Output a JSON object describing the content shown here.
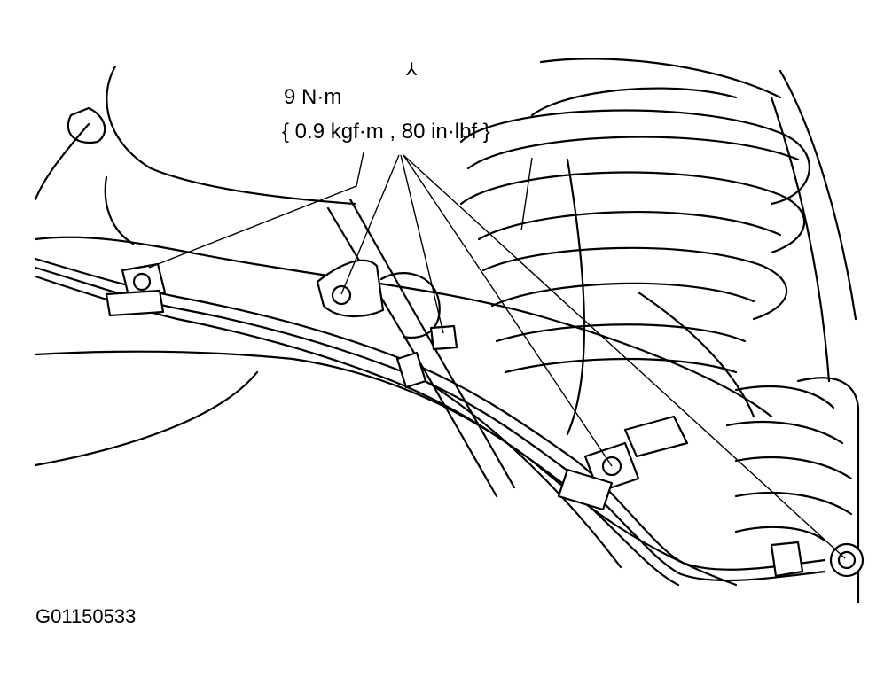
{
  "torque": {
    "value": "9 N·m",
    "alternate": "{ 0.9 kgf·m , 80 in·lbf }"
  },
  "figure_id": "G01150533",
  "direction_mark": "⅄"
}
